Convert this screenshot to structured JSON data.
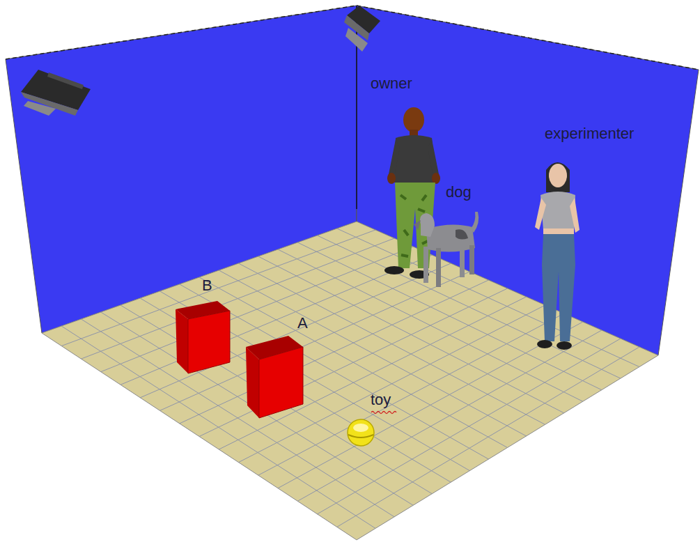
{
  "diagram": {
    "labels": [
      "owner",
      "dog",
      "experimenter",
      "B",
      "A",
      "toy"
    ]
  }
}
